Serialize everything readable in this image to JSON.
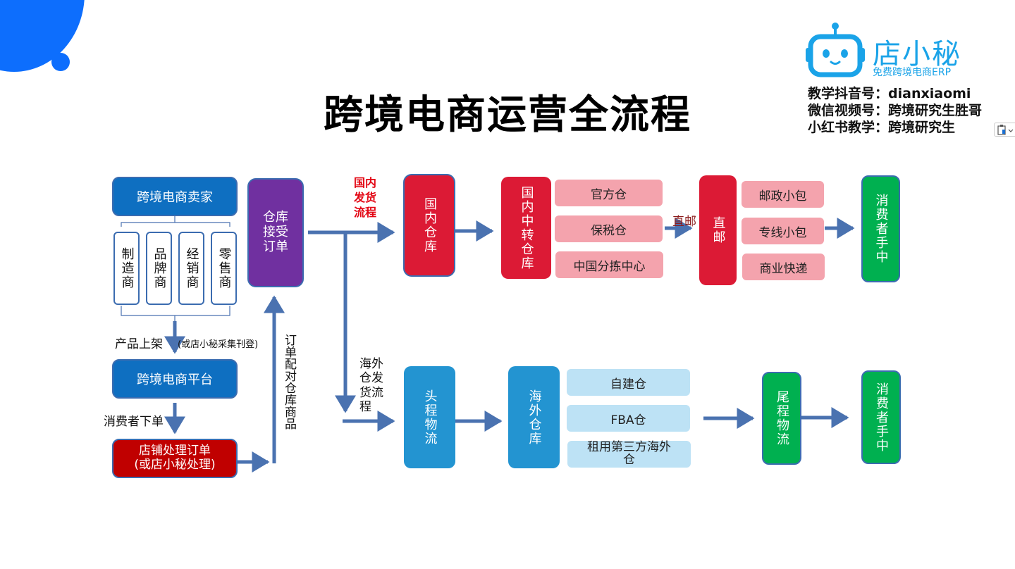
{
  "title": "跨境电商运营全流程",
  "brand": {
    "name": "店小秘",
    "tagline": "免费跨境电商ERP",
    "color": "#1aa3e8"
  },
  "social": [
    {
      "label": "教学抖音号：",
      "value": "dianxiaomi"
    },
    {
      "label": "微信视频号：",
      "value": "跨境研究生胜哥"
    },
    {
      "label": "小红书教学：",
      "value": "跨境研究生"
    }
  ],
  "colors": {
    "dark_blue": "#0e6fc1",
    "purple": "#7030a0",
    "crimson": "#dc1a35",
    "dark_red": "#c00000",
    "pink": "#f4a3ad",
    "sky": "#2394d1",
    "light_sky": "#bde2f5",
    "green": "#00b050",
    "arrow": "#4a72b0",
    "corner_blue": "#0d6efd"
  },
  "left": {
    "seller": "跨境电商卖家",
    "seller_types": [
      "制造商",
      "品牌商",
      "经销商",
      "零售商"
    ],
    "step1_label": "产品上架",
    "step1_note": "(或店小秘采集刊登)",
    "platform": "跨境电商平台",
    "step2_label": "消费者下单",
    "store_line1": "店铺处理订单",
    "store_line2": "(或店小秘处理)",
    "match_label": "订单配对仓库商品",
    "warehouse_accept": [
      "仓库",
      "接受",
      "订单"
    ]
  },
  "domestic": {
    "flow_label": [
      "国内",
      "发货",
      "流程"
    ],
    "warehouse": "国内仓库",
    "transfer": "国内中转仓库",
    "transfer_options": [
      "官方仓",
      "保税仓",
      "中国分拣中心"
    ],
    "arrow_label": "直邮",
    "direct_mail": "直邮",
    "mail_options": [
      "邮政小包",
      "专线小包",
      "商业快递"
    ],
    "consumer": "消费者手中"
  },
  "overseas": {
    "flow_label": [
      "海外",
      "仓发",
      "货流",
      "程"
    ],
    "first_leg": "头程物流",
    "warehouse": "海外仓库",
    "warehouse_options": [
      "自建仓",
      "FBA仓",
      "租用第三方海外仓"
    ],
    "last_mile": "尾程物流",
    "consumer": "消费者手中"
  }
}
